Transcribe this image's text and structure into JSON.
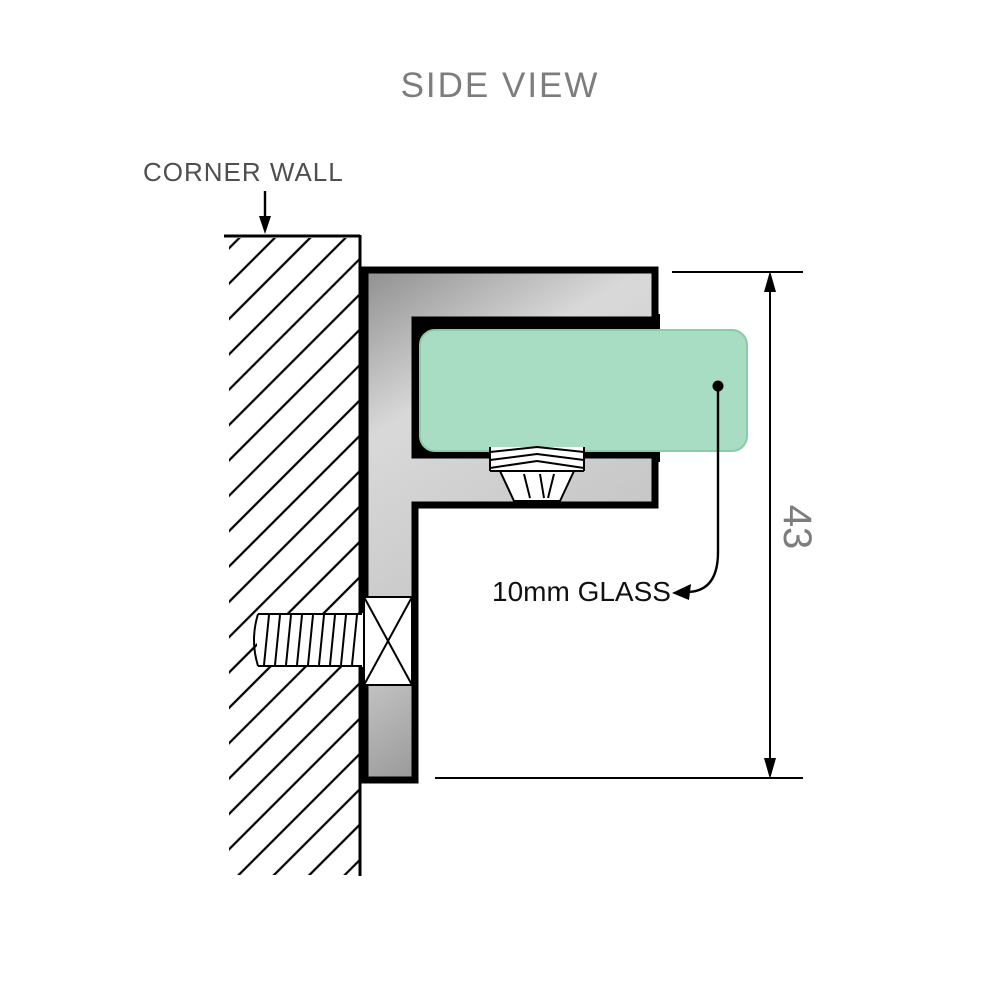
{
  "diagram": {
    "title": "SIDE VIEW",
    "labels": {
      "corner_wall": "CORNER WALL",
      "glass": "10mm GLASS"
    },
    "dimension": {
      "value": "43"
    },
    "icons": {
      "corner_wall_pointer": "down-arrow-icon",
      "glass_leader": "curved-leader-arrow-icon",
      "dimension_arrows": "double-ended-vertical-arrow-icon"
    },
    "colors": {
      "glass": "#a8ddc3",
      "metal_light": "#d9d9d9",
      "metal_mid": "#c7c7c7",
      "metal_dark": "#8f8f8f",
      "outline": "#000000",
      "text_gray": "#7d7d7d",
      "text_dark": "#4f4f4f",
      "background": "#ffffff"
    }
  }
}
